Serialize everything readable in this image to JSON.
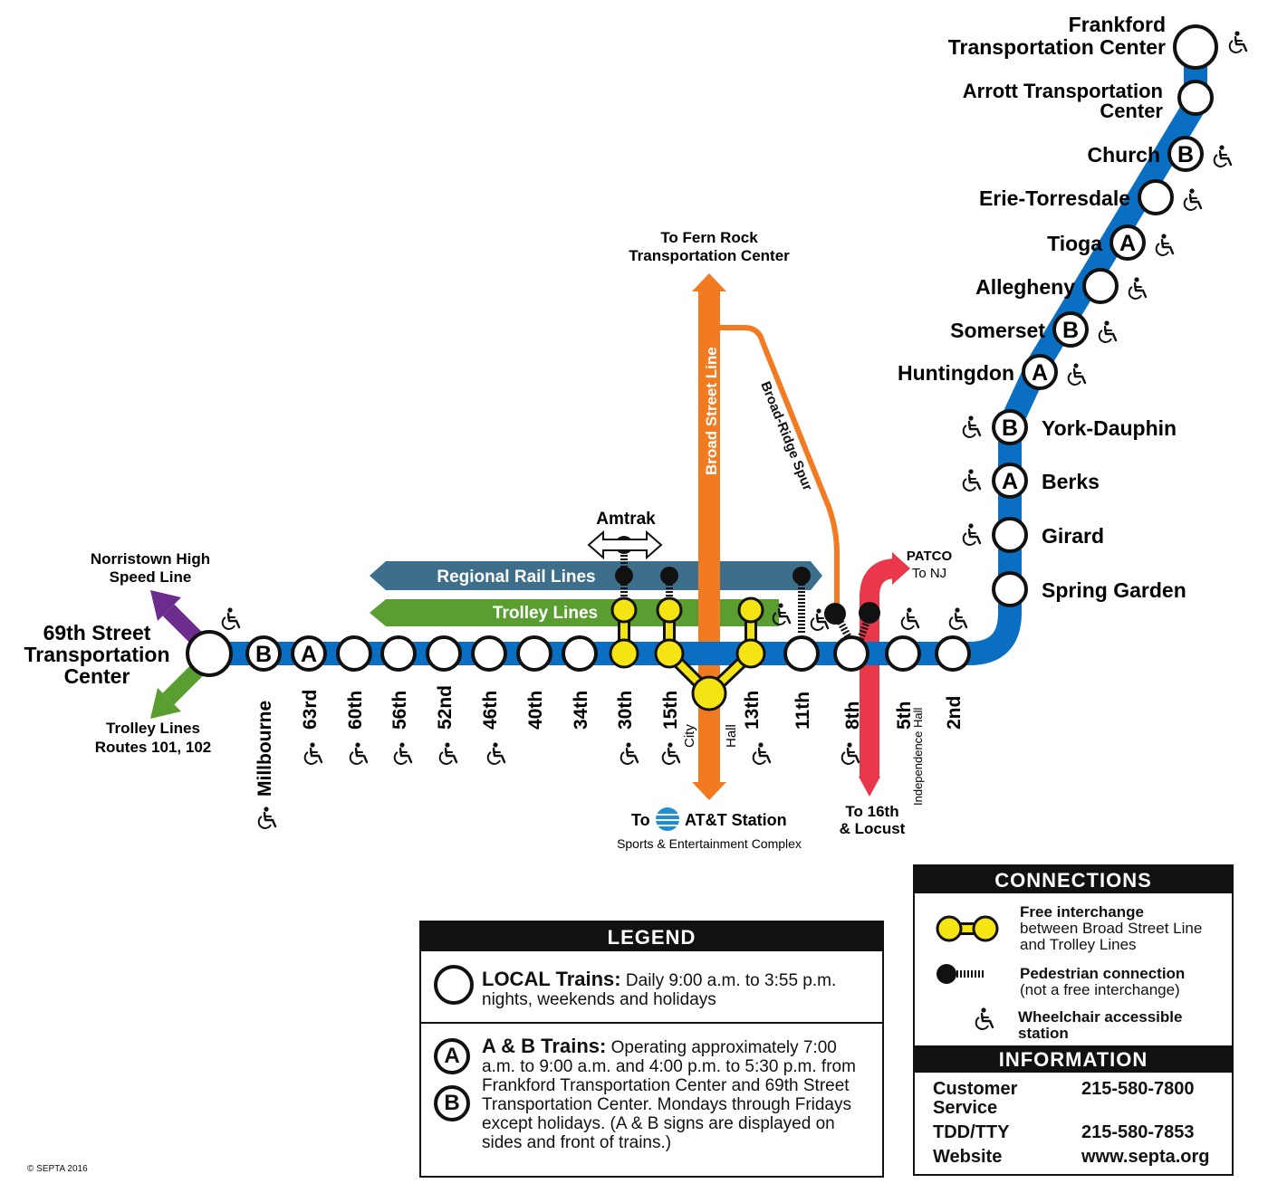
{
  "map": {
    "terminal_west": "69th Street Transportation Center",
    "terminal_west_lines": [
      "69th Street",
      "Transportation",
      "Center"
    ],
    "terminal_east_lines": [
      "Frankford",
      "Transportation Center"
    ],
    "branches": {
      "norristown": [
        "Norristown High",
        "Speed Line"
      ],
      "trolley_routes": [
        "Trolley Lines",
        "Routes 101, 102"
      ],
      "fern_rock": [
        "To Fern Rock",
        "Transportation Center"
      ],
      "broad_street_line": "Broad Street Line",
      "broad_ridge_spur": "Broad-Ridge Spur",
      "patco": [
        "PATCO",
        "To NJ"
      ],
      "to_16th": [
        "To 16th",
        "& Locust"
      ],
      "att_to": "To",
      "att_station": "AT&T Station",
      "att_sub": "Sports & Entertainment Complex",
      "amtrak": "Amtrak",
      "regional_rail": "Regional Rail Lines",
      "trolley_lines": "Trolley Lines",
      "city_hall_city": "City",
      "city_hall_hall": "Hall",
      "independence_hall": "Independence Hall"
    },
    "colors": {
      "market_frankford": "#0a6fc2",
      "broad_street": "#f27a21",
      "regional_rail": "#3d6f8c",
      "trolley": "#5a9e32",
      "norristown": "#6b2c8e",
      "patco": "#e8384a",
      "interchange": "#f5e414"
    },
    "horizontal_stations": [
      {
        "name": "Millbourne",
        "service": "B",
        "accessible": true
      },
      {
        "name": "63rd",
        "service": "A",
        "accessible": true
      },
      {
        "name": "60th",
        "service": "",
        "accessible": true
      },
      {
        "name": "56th",
        "service": "",
        "accessible": true
      },
      {
        "name": "52nd",
        "service": "",
        "accessible": true
      },
      {
        "name": "46th",
        "service": "",
        "accessible": true
      },
      {
        "name": "40th",
        "service": "",
        "accessible": false
      },
      {
        "name": "34th",
        "service": "",
        "accessible": false
      },
      {
        "name": "30th",
        "service": "",
        "accessible": true
      },
      {
        "name": "15th",
        "service": "",
        "accessible": true
      },
      {
        "name": "13th",
        "service": "",
        "accessible": true
      },
      {
        "name": "11th",
        "service": "",
        "accessible": false
      },
      {
        "name": "8th",
        "service": "",
        "accessible": true
      },
      {
        "name": "5th",
        "service": "",
        "accessible": true
      },
      {
        "name": "2nd",
        "service": "",
        "accessible": true
      }
    ],
    "vertical_stations": [
      {
        "name": "Spring Garden",
        "service": "",
        "accessible": false
      },
      {
        "name": "Girard",
        "service": "",
        "accessible": true
      },
      {
        "name": "Berks",
        "service": "A",
        "accessible": true
      },
      {
        "name": "York-Dauphin",
        "service": "B",
        "accessible": true
      }
    ],
    "diagonal_stations": [
      {
        "name": "Huntingdon",
        "service": "A",
        "accessible": true
      },
      {
        "name": "Somerset",
        "service": "B",
        "accessible": true
      },
      {
        "name": "Allegheny",
        "service": "",
        "accessible": true
      },
      {
        "name": "Tioga",
        "service": "A",
        "accessible": true
      },
      {
        "name": "Erie-Torresdale",
        "service": "",
        "accessible": true
      },
      {
        "name": "Church",
        "service": "B",
        "accessible": true
      }
    ],
    "arrott_lines": [
      "Arrott Transportation",
      "Center"
    ]
  },
  "legend": {
    "title": "LEGEND",
    "local_title": "LOCAL Trains:",
    "local_text": "Daily 9:00 a.m. to 3:55 p.m. nights, weekends and holidays",
    "ab_title": "A & B Trains:",
    "ab_text": "Operating approximately 7:00 a.m. to 9:00 a.m. and 4:00 p.m. to 5:30 p.m. from Frankford Transportation Center and 69th Street Transportation Center. Mondays through Fridays except holidays. (A & B signs are displayed on sides and front of trains.)",
    "a_label": "A",
    "b_label": "B"
  },
  "connections": {
    "title": "CONNECTIONS",
    "free_title": "Free interchange",
    "free_text": "between Broad Street Line and Trolley Lines",
    "ped_title": "Pedestrian connection",
    "ped_text": "(not a free interchange)",
    "wheel_text": "Wheelchair accessible station",
    "info_title": "INFORMATION",
    "info": [
      {
        "label": "Customer Service",
        "value": "215-580-7800"
      },
      {
        "label": "TDD/TTY",
        "value": "215-580-7853"
      },
      {
        "label": "Website",
        "value": "www.septa.org"
      }
    ]
  },
  "copyright": "© SEPTA 2016"
}
